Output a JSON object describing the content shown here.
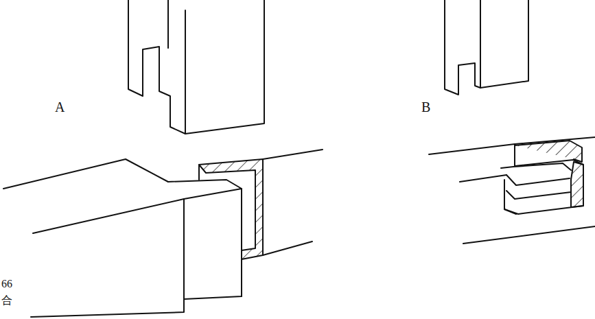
{
  "diagram": {
    "labels": [
      "A",
      "B",
      "66",
      "合"
    ]
  }
}
